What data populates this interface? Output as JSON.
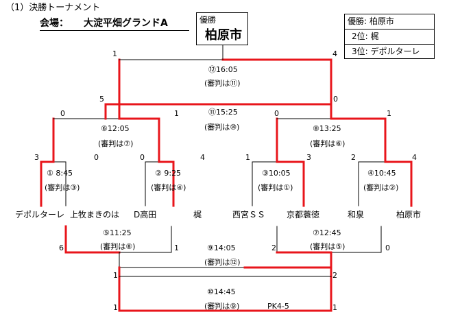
{
  "header": {
    "title": "（1）決勝トーナメント",
    "venue_label": "会場：",
    "venue_name": "大淀平畑グランドA"
  },
  "champion_box": {
    "label": "優勝",
    "team": "柏原市"
  },
  "results_box": {
    "line1": "優勝: 柏原市",
    "line2": "2位: 梶",
    "line3": "3位: デポルターレ"
  },
  "teams": {
    "t1": "デポルターレ",
    "t2": "上牧まきのは",
    "t3": "D高田",
    "t4": "梶",
    "t5": "西宮ＳＳ",
    "t6": "京都蓑徳",
    "t7": "和泉",
    "t8": "柏原市"
  },
  "matches": {
    "m1": {
      "time": "① 8:45",
      "ref": "(審判は③)",
      "left": "3",
      "right": "0"
    },
    "m2": {
      "time": "② 9:25",
      "ref": "(審判は④)",
      "left": "0",
      "right": "4"
    },
    "m3": {
      "time": "③10:05",
      "ref": "(審判は①)",
      "left": "1",
      "right": "3"
    },
    "m4": {
      "time": "④10:45",
      "ref": "(審判は②)",
      "left": "2",
      "right": "4"
    },
    "m5": {
      "time": "⑤11:25",
      "ref": "(審判は⑧)",
      "left": "6",
      "right": "1"
    },
    "m6": {
      "time": "⑥12:05",
      "ref": "(審判は⑦)",
      "left": "0",
      "right": "1"
    },
    "m7": {
      "time": "⑦12:45",
      "ref": "(審判は⑤)",
      "left": "2",
      "right": "0"
    },
    "m8": {
      "time": "⑧13:25",
      "ref": "(審判は⑥)",
      "left": "0",
      "right": "1"
    },
    "m9": {
      "time": "⑨14:05",
      "ref": "(審判は⑫)",
      "left": "1",
      "right": "2"
    },
    "m10": {
      "time": "⑩14:45",
      "ref": "(審判は⑨)",
      "left": "1",
      "right": "1",
      "pk": "PK4-5"
    },
    "m11": {
      "time": "⑪15:25",
      "ref": "(審判は⑩)",
      "left": "5",
      "right": "0"
    },
    "m12": {
      "time": "⑫16:05",
      "ref": "(審判は⑪)",
      "left": "1",
      "right": "4"
    }
  },
  "colors": {
    "win_line": "#e8151b",
    "lose_line": "#000000"
  }
}
